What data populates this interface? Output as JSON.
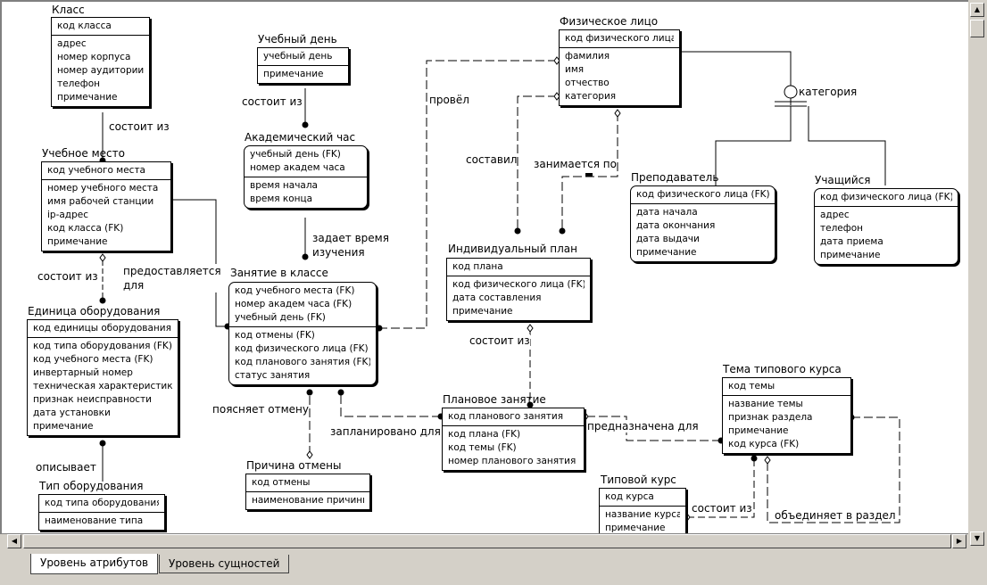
{
  "tabs": [
    {
      "label": "Уровень атрибутов",
      "active": true
    },
    {
      "label": "Уровень сущностей",
      "active": false
    }
  ],
  "entities": {
    "klass": {
      "title": "Класс",
      "keys": [
        "код класса"
      ],
      "attrs": [
        "адрес",
        "номер корпуса",
        "номер аудитории",
        "телефон",
        "примечание"
      ]
    },
    "uchebnoe_mesto": {
      "title": "Учебное место",
      "keys": [
        "код учебного места"
      ],
      "attrs": [
        "номер учебного места",
        "имя рабочей станции",
        "ip-адрес",
        "код класса (FK)",
        "примечание"
      ]
    },
    "edinica": {
      "title": "Единица оборудования",
      "keys": [
        "код единицы оборудования"
      ],
      "attrs": [
        "код типа оборудования (FK)",
        "код учебного места (FK)",
        "инвертарный номер",
        "техническая характеристика",
        "признак неисправности",
        "дата установки",
        "примечание"
      ]
    },
    "tip_oborud": {
      "title": "Тип оборудования",
      "keys": [
        "код типа оборудования"
      ],
      "attrs": [
        "наименование типа"
      ]
    },
    "uchebny_den": {
      "title": "Учебный день",
      "keys": [
        "учебный день"
      ],
      "attrs": [
        "примечание"
      ]
    },
    "akadem_chas": {
      "title": "Академический час",
      "keys": [
        "учебный день (FK)",
        "номер академ часа"
      ],
      "attrs": [
        "время начала",
        "время конца"
      ]
    },
    "zanyatie": {
      "title": "Занятие в классе",
      "keys": [
        "код учебного места (FK)",
        "номер академ часа (FK)",
        "учебный день (FK)"
      ],
      "attrs": [
        "код отмены (FK)",
        "код физического лица (FK)",
        "код планового занятия (FK)",
        "статус занятия"
      ]
    },
    "prichina": {
      "title": "Причина отмены",
      "keys": [
        "код отмены"
      ],
      "attrs": [
        "наименование причины"
      ]
    },
    "fiz_lico": {
      "title": "Физическое лицо",
      "keys": [
        "код физического лица"
      ],
      "attrs": [
        "фамилия",
        "имя",
        "отчество",
        "категория"
      ]
    },
    "prepodavatel": {
      "title": "Преподаватель",
      "keys": [
        "код физического лица (FK)"
      ],
      "attrs": [
        "дата начала",
        "дата окончания",
        "дата выдачи",
        "примечание"
      ]
    },
    "uchaschiysya": {
      "title": "Учащийся",
      "keys": [
        "код физического лица (FK)"
      ],
      "attrs": [
        "адрес",
        "телефон",
        "дата приема",
        "примечание"
      ]
    },
    "ind_plan": {
      "title": "Индивидуальный план",
      "keys": [
        "код плана"
      ],
      "attrs": [
        "код физического лица (FK)",
        "дата составления",
        "примечание"
      ]
    },
    "planovoe": {
      "title": "Плановое занятие",
      "keys": [
        "код планового занятия"
      ],
      "attrs": [
        "код плана (FK)",
        "код темы (FK)",
        "номер планового занятия"
      ]
    },
    "tema": {
      "title": "Тема типового курса",
      "keys": [
        "код темы"
      ],
      "attrs": [
        "название темы",
        "признак раздела",
        "примечание",
        "код курса (FK)"
      ]
    },
    "tipovoy_kurs": {
      "title": "Типовой курс",
      "keys": [
        "код курса"
      ],
      "attrs": [
        "название курса",
        "примечание"
      ]
    }
  },
  "relations": {
    "klass_mesto": "состоит из",
    "mesto_edinica": "состоит из",
    "mesto_zanyatie": "предоставляется для",
    "tip_edinica": "описывает",
    "den_chas": "состоит из",
    "chas_zanyatie": "задает время изучения",
    "fiz_zanyatie": "провёл",
    "fiz_plan_sostavil": "составил",
    "fiz_plan_zanimaetsya": "занимается по",
    "kategoriya": "категория",
    "plan_planovoe": "состоит из",
    "planovoe_zanyatie": "запланировано для",
    "prichina_zanyatie": "поясняет отмену",
    "tema_planovoe": "предназначена для",
    "kurs_tema": "состоит из",
    "tema_razdel": "объединяет в раздел"
  }
}
